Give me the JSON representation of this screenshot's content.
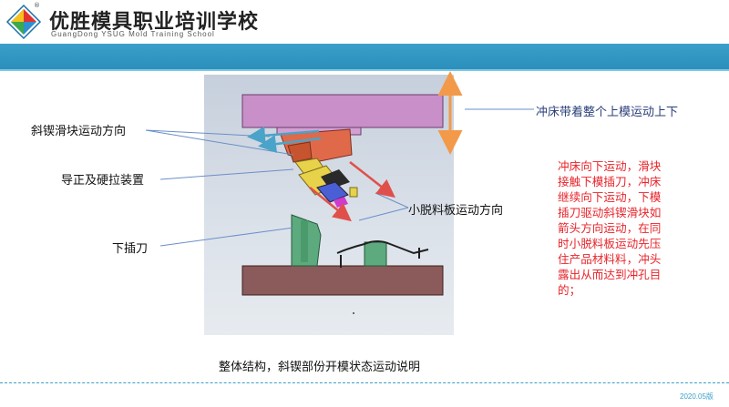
{
  "header": {
    "school_name": "优胜模具职业培训学校",
    "school_subtitle": "GuangDong YSUG Mold Training School",
    "registered_mark": "®"
  },
  "labels": {
    "slider_direction": "斜锲滑块运动方向",
    "guide_pull": "导正及硬拉装置",
    "lower_insert": "下插刀",
    "stripper_direction": "小脱料板运动方向",
    "press_motion": "冲床带着整个上模运动上下"
  },
  "description": {
    "lines": [
      "冲床向下运动，滑块",
      "接触下模插刀，冲床",
      "继续向下运动，下模",
      "插刀驱动斜锲滑块如",
      "箭头方向运动，在同",
      "时小脱料板运动先压",
      "住产品材料料，冲头",
      "露出从而达到冲孔目",
      "的；"
    ]
  },
  "caption": "整体结构，斜锲部份开模状态运动说明",
  "footer": {
    "version": "2020.05版"
  },
  "colors": {
    "band": "#2c8fbc",
    "upper_plate": "#c98fc9",
    "slider": "#e0694a",
    "lower_plate": "#8b5a5a",
    "insert": "#5daa7e",
    "description_red": "#e8242a",
    "press_arrow": "#f29a4a"
  }
}
